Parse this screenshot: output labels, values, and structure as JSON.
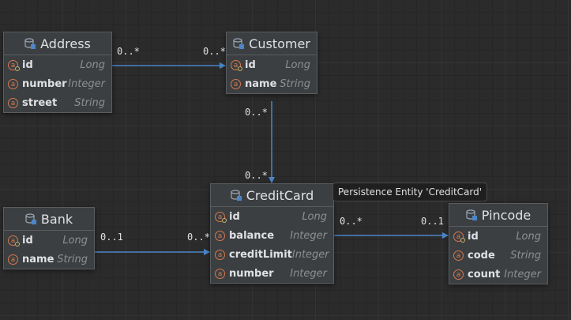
{
  "entities": {
    "address": {
      "name": "Address",
      "fields": [
        {
          "name": "id",
          "type": "Long",
          "key": true
        },
        {
          "name": "number",
          "type": "Integer",
          "key": false
        },
        {
          "name": "street",
          "type": "String",
          "key": false
        }
      ]
    },
    "customer": {
      "name": "Customer",
      "fields": [
        {
          "name": "id",
          "type": "Long",
          "key": true
        },
        {
          "name": "name",
          "type": "String",
          "key": false
        }
      ]
    },
    "creditcard": {
      "name": "CreditCard",
      "fields": [
        {
          "name": "id",
          "type": "Long",
          "key": true
        },
        {
          "name": "balance",
          "type": "Integer",
          "key": false
        },
        {
          "name": "creditLimit",
          "type": "Integer",
          "key": false
        },
        {
          "name": "number",
          "type": "Integer",
          "key": false
        }
      ]
    },
    "bank": {
      "name": "Bank",
      "fields": [
        {
          "name": "id",
          "type": "Long",
          "key": true
        },
        {
          "name": "name",
          "type": "String",
          "key": false
        }
      ]
    },
    "pincode": {
      "name": "Pincode",
      "fields": [
        {
          "name": "id",
          "type": "Long",
          "key": true
        },
        {
          "name": "code",
          "type": "String",
          "key": false
        },
        {
          "name": "count",
          "type": "Integer",
          "key": false
        }
      ]
    }
  },
  "multiplicities": {
    "address_customer_left": "0..*",
    "address_customer_right": "0..*",
    "customer_creditcard_top": "0..*",
    "customer_creditcard_bottom": "0..*",
    "bank_creditcard_left": "0..1",
    "bank_creditcard_right": "0..*",
    "creditcard_pincode_left": "0..*",
    "creditcard_pincode_right": "0..1"
  },
  "tooltip": "Persistence Entity 'CreditCard'",
  "colors": {
    "edge": "#4a86c8",
    "attr_icon": "#d6794e",
    "db_icon": "#9aa7b8"
  }
}
